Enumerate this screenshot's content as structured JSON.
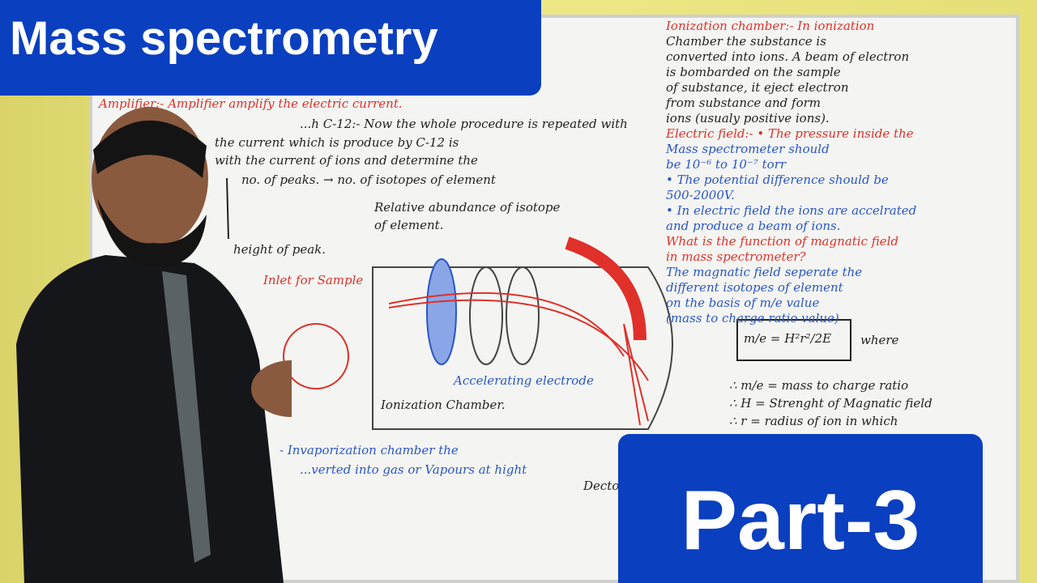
{
  "overlay": {
    "title": "Mass spectrometry",
    "part": "Part-3",
    "banner_color": "#0a3fbf",
    "text_color": "#ffffff"
  },
  "whiteboard": {
    "left": [
      {
        "text": "Amplifier:- Amplifier amplify the electric current.",
        "color": "red"
      },
      {
        "text": "...h C-12:- Now the whole procedure is repeated with",
        "color": "black"
      },
      {
        "text": "the current which is produce by C-12 is",
        "color": "black"
      },
      {
        "text": "with the current of ions and determine the",
        "color": "black"
      },
      {
        "text": "no. of peaks. → no. of isotopes of element",
        "color": "black"
      },
      {
        "text": "Relative abundance of isotope",
        "color": "black"
      },
      {
        "text": "of element.",
        "color": "black"
      },
      {
        "text": "height of peak.",
        "color": "black"
      },
      {
        "text": "Inlet for Sample",
        "color": "red"
      },
      {
        "text": "Ionization Chamber.",
        "color": "black"
      },
      {
        "text": "Accelerating electrode",
        "color": "blue"
      },
      {
        "text": "Dector",
        "color": "black"
      },
      {
        "text": "- Invaporization chamber the",
        "color": "blue"
      },
      {
        "text": "...verted into gas or Vapours at hight",
        "color": "blue"
      }
    ],
    "right": [
      {
        "text": "Ionization chamber:- In ionization",
        "color": "red"
      },
      {
        "text": "Chamber the substance is",
        "color": "black"
      },
      {
        "text": "converted into ions. A beam of electron",
        "color": "black"
      },
      {
        "text": "is bombarded on the sample",
        "color": "black"
      },
      {
        "text": "of substance, it eject electron",
        "color": "black"
      },
      {
        "text": "from substance and form",
        "color": "black"
      },
      {
        "text": "ions (usualy positive ions).",
        "color": "black"
      },
      {
        "text": "Electric field:- • The pressure inside the",
        "color": "red"
      },
      {
        "text": "Mass spectrometer should",
        "color": "blue"
      },
      {
        "text": "be 10⁻⁶ to 10⁻⁷ torr",
        "color": "blue"
      },
      {
        "text": "• The potential difference should be",
        "color": "blue"
      },
      {
        "text": "500-2000V.",
        "color": "blue"
      },
      {
        "text": "• In electric field the ions are accelrated",
        "color": "blue"
      },
      {
        "text": "and produce a beam of ions.",
        "color": "blue"
      },
      {
        "text": "What is the function of magnatic field",
        "color": "red"
      },
      {
        "text": "in mass spectrometer?",
        "color": "red"
      },
      {
        "text": "The magnatic field seperate the",
        "color": "blue"
      },
      {
        "text": "different isotopes of element",
        "color": "blue"
      },
      {
        "text": "on the basis of m/e value",
        "color": "blue"
      },
      {
        "text": "(mass to charge ratio value)",
        "color": "blue"
      },
      {
        "text": "m/e = H²r²/2E",
        "color": "black"
      },
      {
        "text": "where",
        "color": "black"
      },
      {
        "text": "∴ m/e = mass to charge ratio",
        "color": "black"
      },
      {
        "text": "∴ H = Strenght of Magnatic field",
        "color": "black"
      },
      {
        "text": "∴ r = radius of ion in which",
        "color": "black"
      }
    ]
  }
}
